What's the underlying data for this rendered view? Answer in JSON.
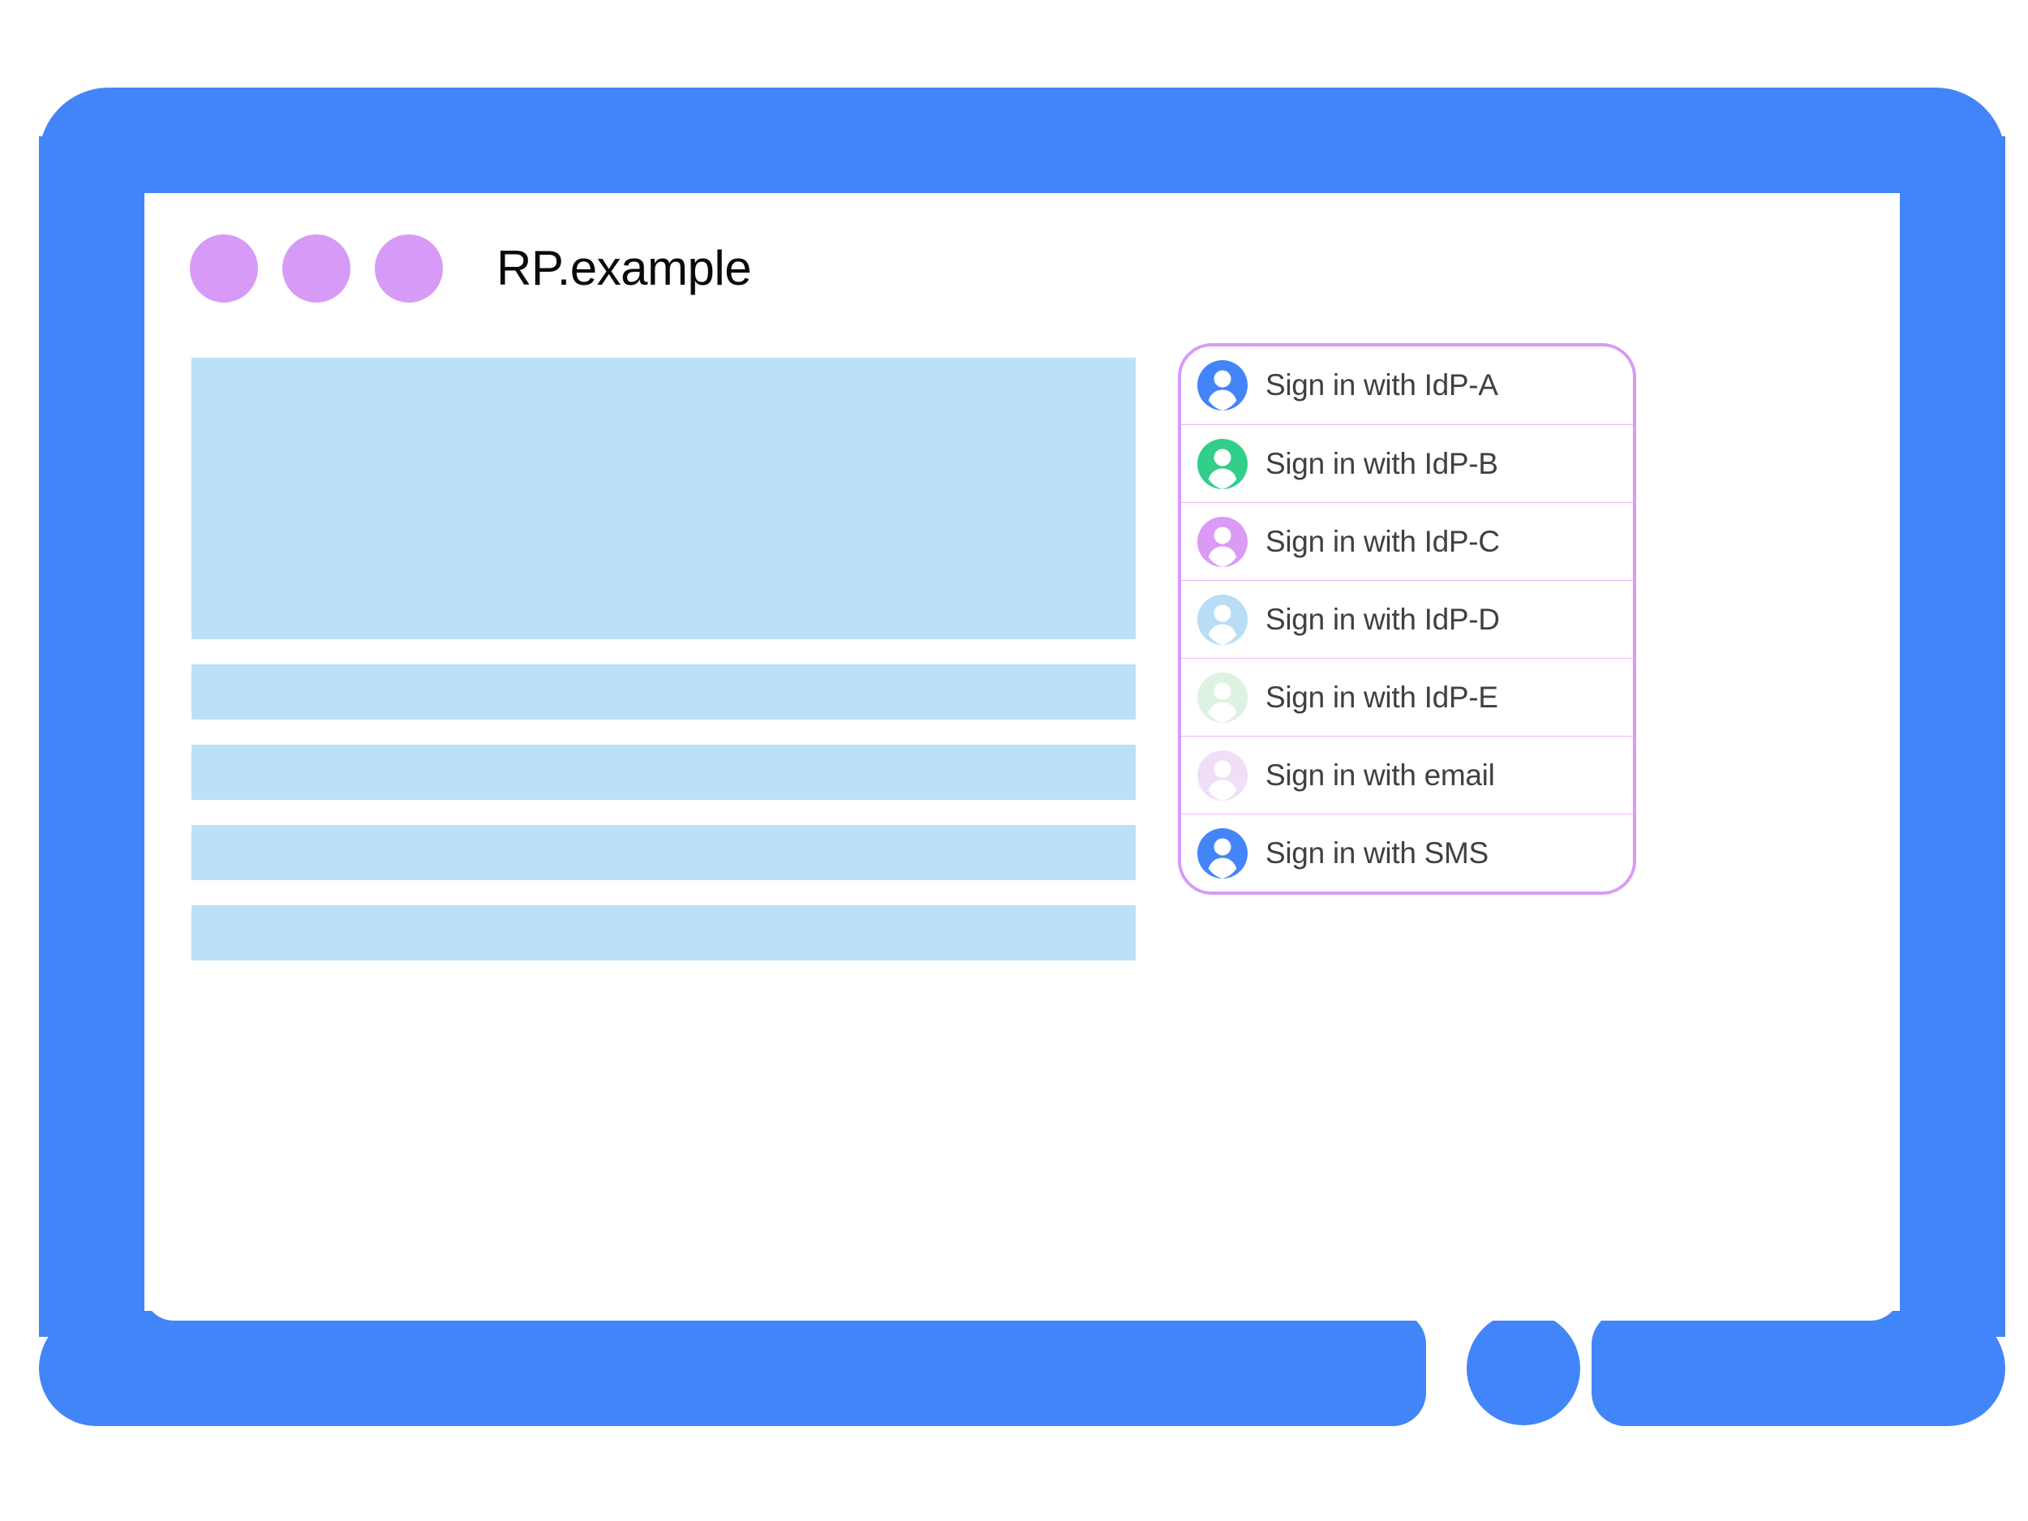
{
  "colors": {
    "frame_blue": "#4285F8",
    "placeholder_blue": "#BCE0F8",
    "title_dot_purple": "#D79BF7",
    "panel_border": "#D79BF7",
    "divider": "#E8B9F5",
    "label_text": "#404040",
    "title_text": "#0A0A0A"
  },
  "browser": {
    "title": "RP.example",
    "window_dots": [
      "window-dot-1",
      "window-dot-2",
      "window-dot-3"
    ],
    "home_button": "home-button"
  },
  "content_placeholders": [
    {
      "name": "hero-block",
      "kind": "hero"
    },
    {
      "name": "text-block-1",
      "kind": "bar"
    },
    {
      "name": "text-block-2",
      "kind": "bar"
    },
    {
      "name": "text-block-3",
      "kind": "bar"
    },
    {
      "name": "text-block-4",
      "kind": "bar"
    }
  ],
  "account_chooser": {
    "accounts": [
      {
        "label": "Sign in with IdP-A",
        "avatar_color": "#4285F8",
        "icon": "person-avatar-icon"
      },
      {
        "label": "Sign in with IdP-B",
        "avatar_color": "#32CE8B",
        "icon": "person-avatar-icon"
      },
      {
        "label": "Sign in with IdP-C",
        "avatar_color": "#DB9AF5",
        "icon": "person-avatar-icon"
      },
      {
        "label": "Sign in with IdP-D",
        "avatar_color": "#B9DDF5",
        "icon": "person-avatar-icon"
      },
      {
        "label": "Sign in with IdP-E",
        "avatar_color": "#DDF2E0",
        "icon": "person-avatar-icon"
      },
      {
        "label": "Sign in with email",
        "avatar_color": "#EFE0F7",
        "icon": "person-avatar-icon"
      },
      {
        "label": "Sign in with SMS",
        "avatar_color": "#4285F8",
        "icon": "person-avatar-icon"
      }
    ]
  }
}
